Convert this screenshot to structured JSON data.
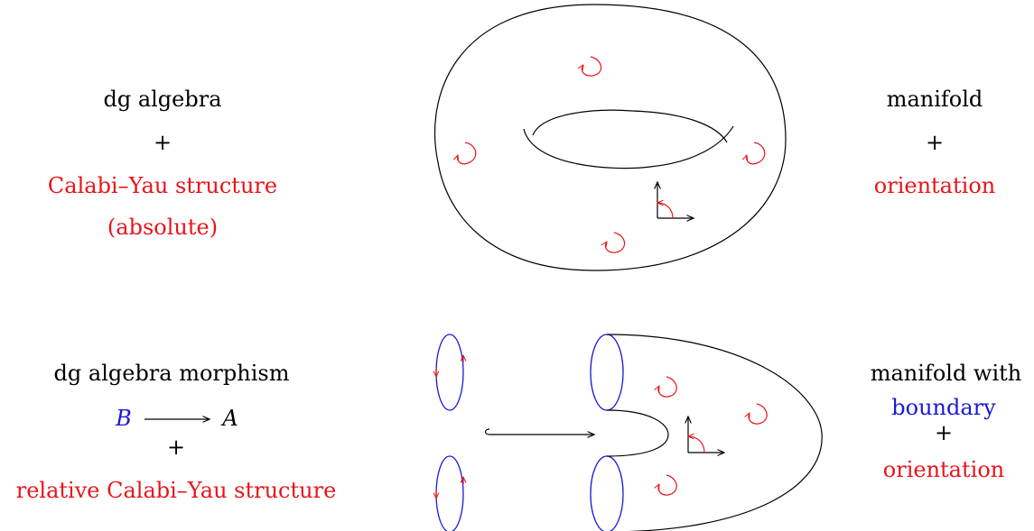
{
  "colors": {
    "ink": "#000000",
    "red": "#e8141b",
    "blue": "#1919d6"
  },
  "top_left": {
    "line1": "dg algebra",
    "plus": "+",
    "line2": "Calabi–Yau structure",
    "line3": "(absolute)"
  },
  "top_right": {
    "line1": "manifold",
    "plus": "+",
    "line2": "orientation"
  },
  "bottom_left": {
    "line1": "dg algebra morphism",
    "source": "B",
    "target": "A",
    "plus": "+",
    "line2": "relative Calabi–Yau structure"
  },
  "bottom_right": {
    "line1": "manifold with",
    "line2": "boundary",
    "plus": "+",
    "line3": "orientation"
  },
  "icons": [
    "orientation-arrow-icon",
    "axes-frame-icon",
    "inclusion-arrow-icon"
  ]
}
